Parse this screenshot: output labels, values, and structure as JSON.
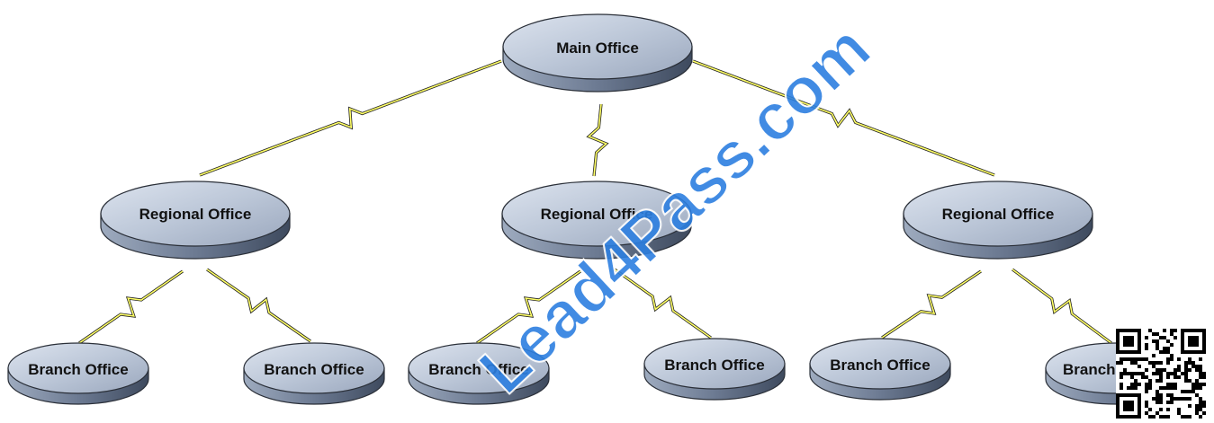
{
  "diagram": {
    "nodes": {
      "main": "Main Office",
      "regional_left": "Regional Office",
      "regional_center": "Regional Office",
      "regional_right": "Regional Office",
      "branch_1": "Branch Office",
      "branch_2": "Branch Office",
      "branch_3": "Branch Office",
      "branch_4": "Branch Office",
      "branch_5": "Branch Office",
      "branch_6": "Branch"
    },
    "colors": {
      "node_top": "#bcc7d8",
      "node_side": "#5f6e86",
      "link": "#ffff66",
      "watermark": "#2d7fe0"
    }
  },
  "watermark": {
    "text": "Lead4Pass.com"
  },
  "qr": {
    "icon": "qr-code-icon"
  }
}
